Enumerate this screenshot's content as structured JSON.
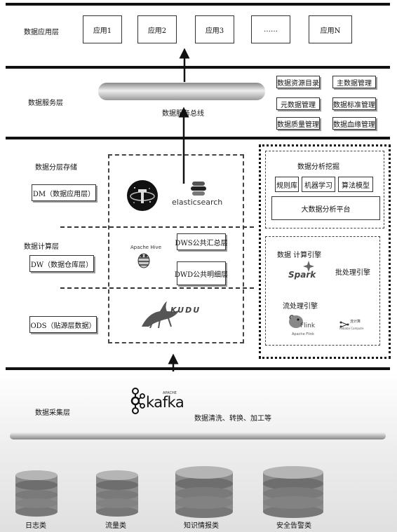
{
  "layers": {
    "application": "数据应用层",
    "service": "数据服务层",
    "storage": "数据分层存储",
    "compute": "数据计算层",
    "collection": "数据采集层"
  },
  "apps": [
    "应用1",
    "应用2",
    "应用3",
    "……",
    "应用N"
  ],
  "service_bus": "数据服务总线",
  "service_modules": [
    "数据资源目录",
    "主数据管理",
    "元数据管理",
    "数据标准管理",
    "数据质量管理",
    "数据血缘管理"
  ],
  "storage_layers": {
    "dm": "DM（数据应用层）",
    "dw": "DW（数据仓库层）",
    "ods": "ODS（贴源层数据）",
    "dws": "DWS公共汇总层",
    "dwd": "DWD公共明细层"
  },
  "logos": {
    "elasticsearch": "elasticsearch",
    "hive": "Apache Hive",
    "kudu": "KUDU",
    "kafka": "kafka",
    "kafka_small": "APACHE",
    "spark": "Spark",
    "flink": "Flink",
    "flink_sub": "Apache Flink",
    "stream": "流计算",
    "stream_sub": "Alibaba Compute"
  },
  "analysis": {
    "title": "数据分析挖掘",
    "items": [
      "规则库",
      "机器学习",
      "算法模型"
    ],
    "platform": "大数据分析平台"
  },
  "engines": {
    "compute_engine": "数据 计算引擎",
    "batch": "批处理引擎",
    "stream": "流处理引擎"
  },
  "etl": "数据清洗、转换、加工等",
  "sources": [
    "日志类",
    "流量类",
    "知识情报类",
    "安全告警类"
  ]
}
